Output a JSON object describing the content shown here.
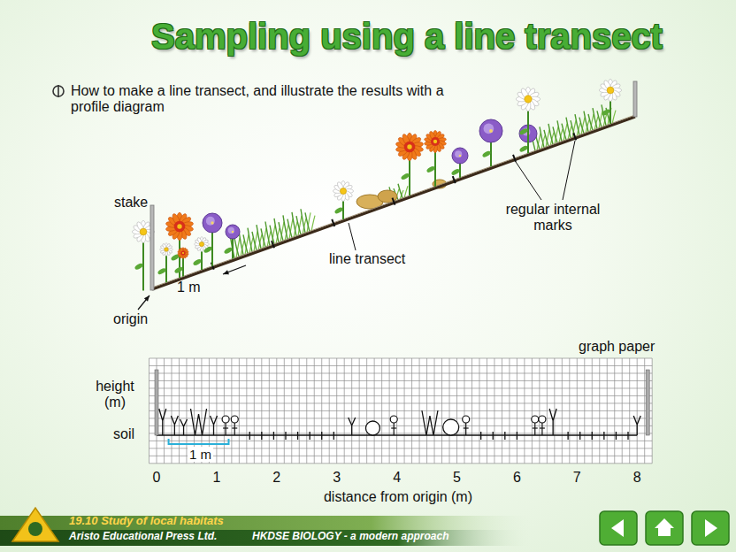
{
  "diagram": {
    "title": "Sampling using a line transect",
    "labels": [
      "How to make a line transect, and illustrate the results with a profile diagram",
      "stake",
      "regular internal marks",
      "line transect",
      "1 m",
      "origin",
      "graph paper",
      "height (m)",
      "soil",
      "1 m",
      "0",
      "1",
      "2",
      "3",
      "4",
      "5",
      "6",
      "7",
      "8",
      "distance from origin (m)",
      "19.10 Study of local habitats",
      "Aristo Educational Press Ltd.",
      "HKDSE BIOLOGY - a modern approach"
    ]
  }
}
